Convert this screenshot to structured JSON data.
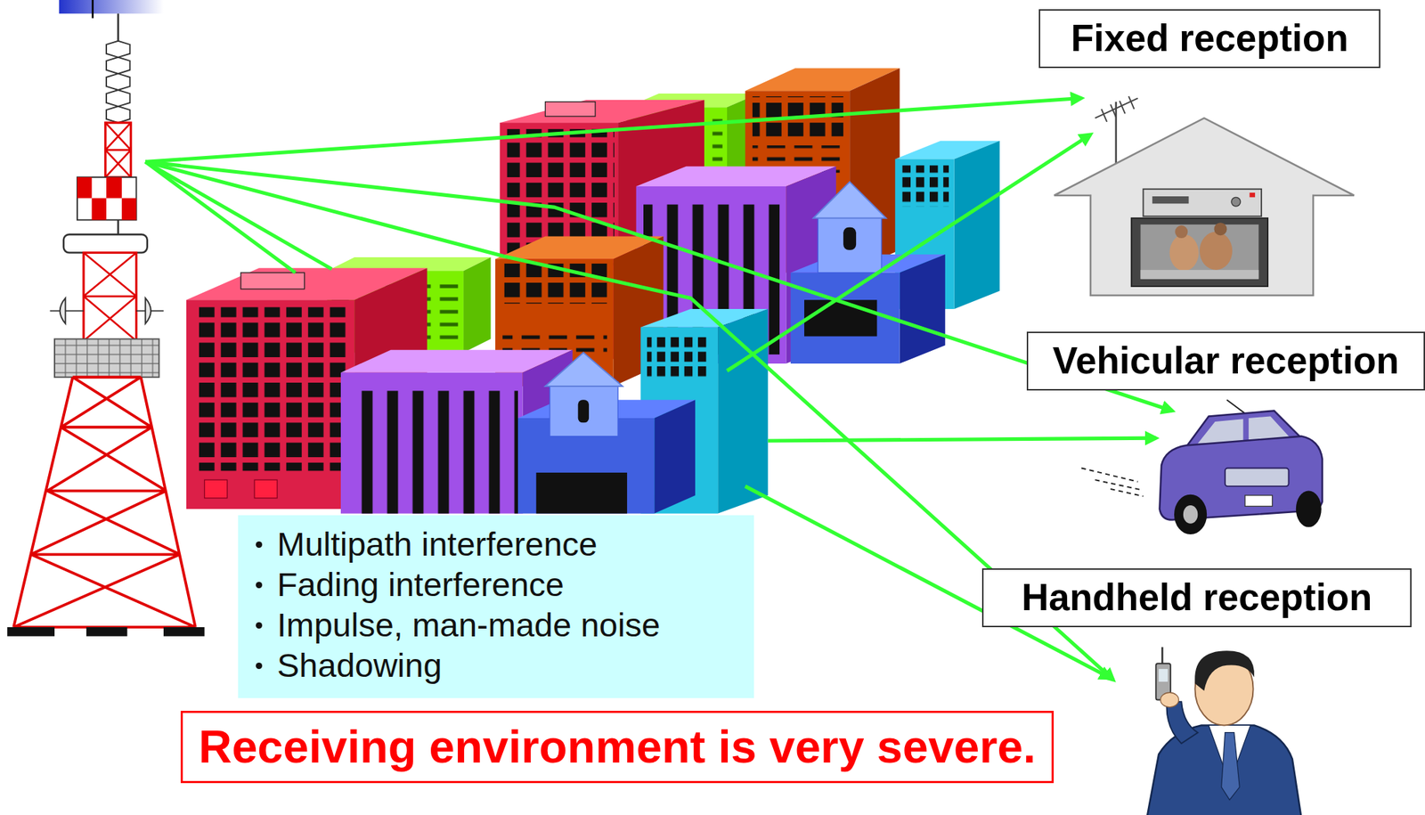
{
  "diagram": {
    "nodes": [
      {
        "text": [
          "Fixed reception"
        ]
      },
      {
        "text": [
          "Vehicular reception"
        ]
      },
      {
        "text": [
          "Handheld reception"
        ]
      },
      {
        "text": [
          "Multipath interference",
          "Fading interference",
          "Impulse, man-made noise",
          "Shadowing"
        ]
      },
      {
        "text": [
          "Receiving environment is very severe."
        ]
      }
    ]
  }
}
